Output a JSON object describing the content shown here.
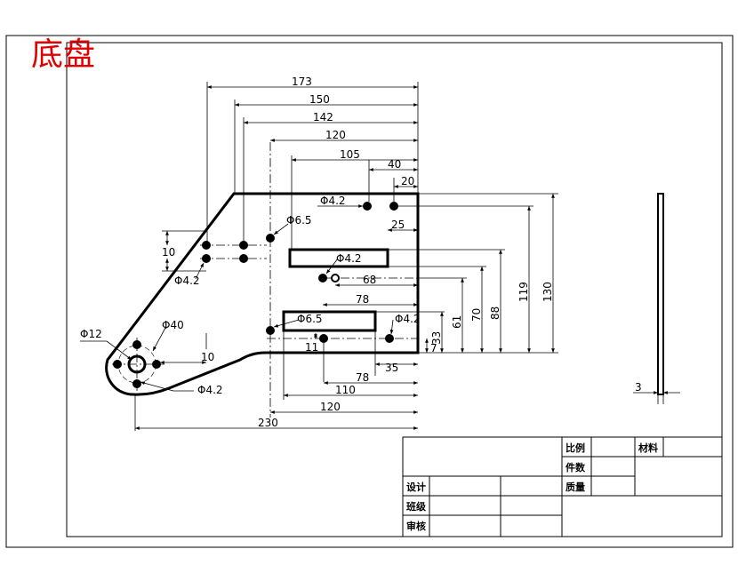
{
  "title": "底盘",
  "colors": {
    "title": "#e00000",
    "line": "#000000",
    "paper": "#ffffff"
  },
  "dimensions": {
    "d173": "173",
    "d150": "150",
    "d142": "142",
    "d120_top": "120",
    "d105": "105",
    "d40": "40",
    "d20": "20",
    "d25": "25",
    "d68": "68",
    "d78_mid": "78",
    "d78_bot": "78",
    "d110": "110",
    "d120_bot": "120",
    "d230": "230",
    "d35": "35",
    "d10_top": "10",
    "d10_bot": "10",
    "d11": "11",
    "d7": "7",
    "d33": "33",
    "d61": "61",
    "d70": "70",
    "d88": "88",
    "d119": "119",
    "d130": "130",
    "d3": "3",
    "dia42_top": "Φ4.2",
    "dia42_mid": "Φ4.2",
    "dia42_left": "Φ4.2",
    "dia42_right": "Φ4.2",
    "dia42_bot": "Φ4.2",
    "dia65_top": "Φ6.5",
    "dia65_bot": "Φ6.5",
    "dia40": "Φ40",
    "dia12": "Φ12"
  },
  "title_block": {
    "ratio": "比例",
    "material": "材料",
    "count": "件数",
    "mass": "质量",
    "design": "设计",
    "class": "班级",
    "review": "审核"
  }
}
